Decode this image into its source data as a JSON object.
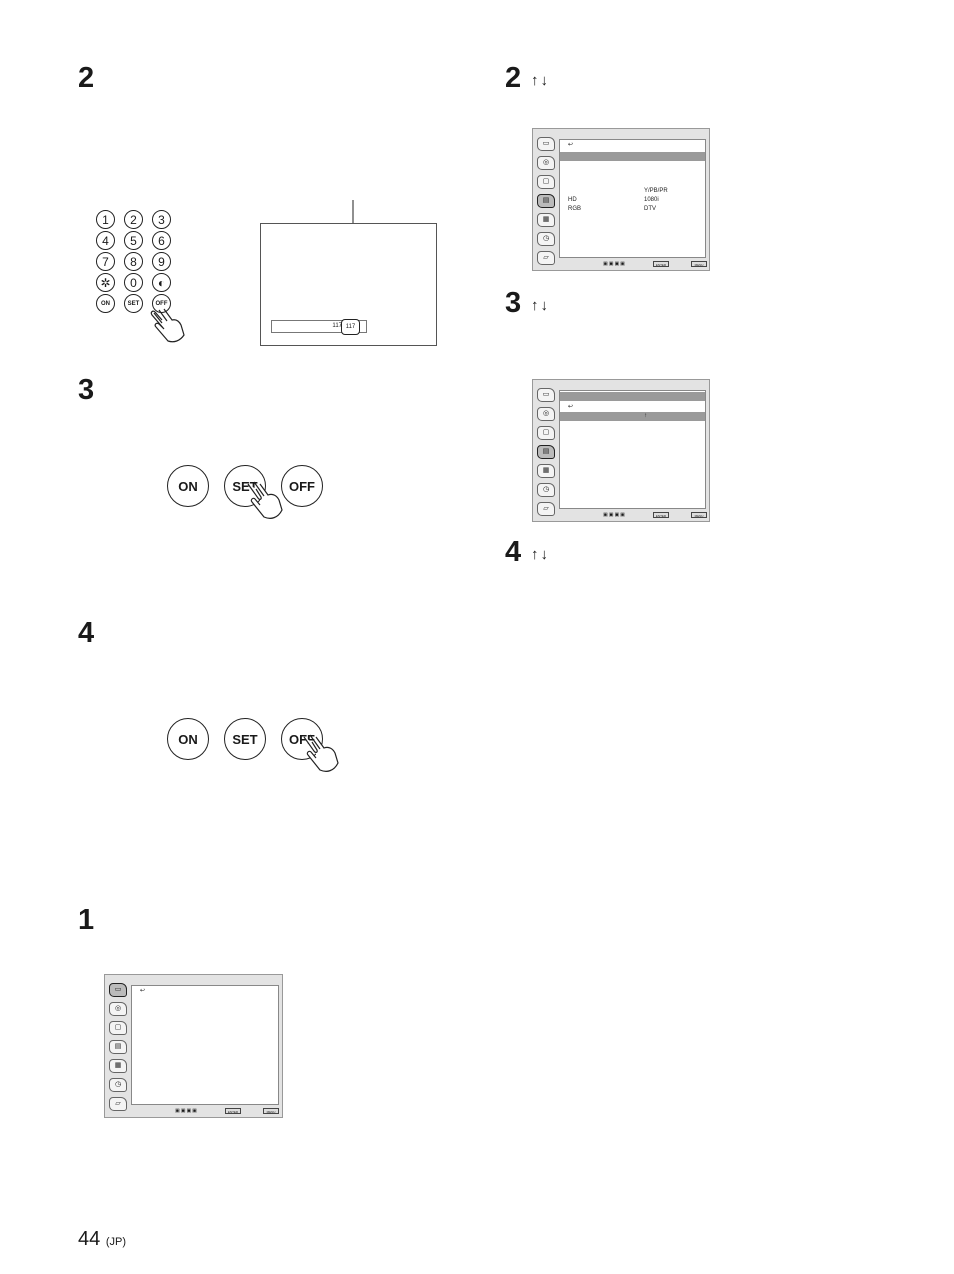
{
  "steps": {
    "s2_left": "2",
    "s3_left": "3",
    "s4_left": "4",
    "s1_left": "1",
    "s2_right": "2",
    "s3_right": "3",
    "s4_right": "4"
  },
  "arrows": "↑↓",
  "keypad": {
    "digits": [
      "1",
      "2",
      "3",
      "4",
      "5",
      "6",
      "7",
      "8",
      "9",
      "0"
    ],
    "on": "ON",
    "set": "SET",
    "off": "OFF"
  },
  "display_box": {
    "value_a": "117",
    "value_b": "117"
  },
  "big_buttons": {
    "on": "ON",
    "set": "SET",
    "off": "OFF"
  },
  "osd_a": {
    "row1_label": "Y/PB/PR",
    "row2_label": "HD",
    "row2_value": "1080i",
    "row3_label": "RGB",
    "row3_value": "DTV",
    "footer_enter": "ENTER",
    "footer_menu": "MENU"
  },
  "osd_b": {
    "marker": "↑",
    "footer_enter": "ENTER",
    "footer_menu": "MENU"
  },
  "osd_c": {
    "footer_enter": "ENTER",
    "footer_menu": "MENU"
  },
  "page": {
    "number": "44",
    "suffix": "(JP)"
  }
}
